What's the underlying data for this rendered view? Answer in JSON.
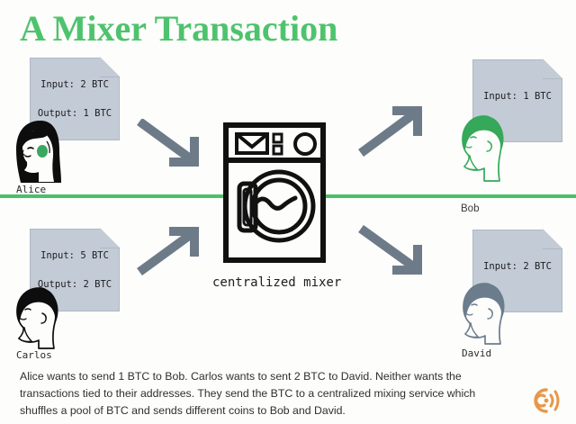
{
  "title": "A Mixer Transaction",
  "colors": {
    "title_green": "#4ec36d",
    "divider_green": "#4cbf6b",
    "card_fill": "#c3ccd6",
    "arrow_gray": "#6d7b89",
    "logo_orange": "#e8974a",
    "bob_hair_green": "#35a85a",
    "david_hair_gray": "#6b7c8c"
  },
  "documents": {
    "alice": {
      "input": "Input: 2 BTC",
      "output": "Output: 1 BTC"
    },
    "carlos": {
      "input": "Input: 5 BTC",
      "output": "Output: 2 BTC"
    },
    "bob": {
      "input": "Input: 1 BTC"
    },
    "david": {
      "input": "Input: 2 BTC"
    }
  },
  "people": {
    "alice": {
      "name": "Alice",
      "icon": "person-long-black-hair-icon"
    },
    "carlos": {
      "name": "Carlos",
      "icon": "person-short-black-hair-icon"
    },
    "bob": {
      "name": "Bob",
      "icon": "person-green-hair-icon"
    },
    "david": {
      "name": "David",
      "icon": "person-gray-hair-icon"
    }
  },
  "mixer": {
    "label": "centralized mixer",
    "icon": "washing-machine-icon"
  },
  "arrows": {
    "alice_to_mixer": "arrow-down-right-icon",
    "carlos_to_mixer": "arrow-up-right-icon",
    "mixer_to_bob": "arrow-up-right-icon",
    "mixer_to_david": "arrow-down-right-icon"
  },
  "caption": "Alice wants to send 1 BTC to Bob. Carlos wants to sent 2 BTC to David. Neither wants the transactions tied to their addresses. They send the BTC to a centralized mixing service which shuffles a pool of BTC and sends different coins to Bob and David.",
  "logo": {
    "icon": "signal-wave-logo-icon"
  }
}
